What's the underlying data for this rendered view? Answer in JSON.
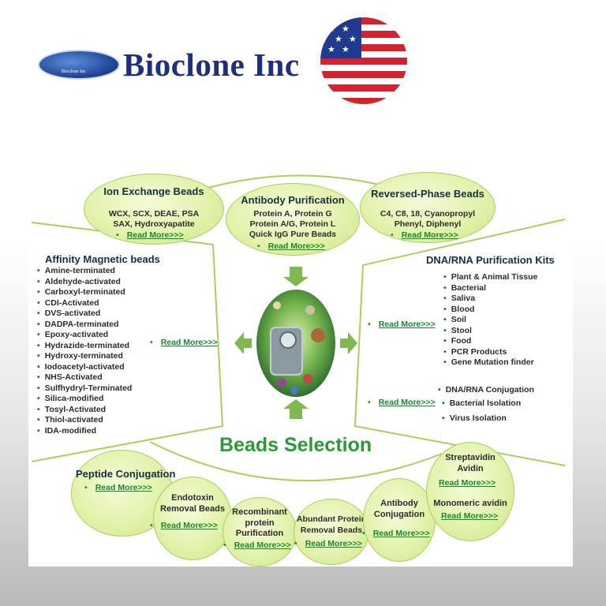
{
  "header": {
    "brand": "Bioclone Inc",
    "logo_small_text": "Bioclone Inc"
  },
  "colors": {
    "brand_blue": "#1e2f7c",
    "accent_green": "#2a9a35",
    "link_green": "#148a2b",
    "bubble_green": "#e2f2ac"
  },
  "flag_icon": "us-flag-icon",
  "center_title": "Beads Selection",
  "read_more": "Read More>>>",
  "top": {
    "ion_exchange": {
      "title": "Ion Exchange Beads",
      "line1": "WCX, SCX, DEAE, PSA",
      "line2": "SAX, Hydroxyapatite"
    },
    "antibody_purification": {
      "title": "Antibody Purification",
      "line1": "Protein A, Protein G",
      "line2": "Protein A/G, Protein L",
      "line3": "Quick IgG Pure Beads"
    },
    "reversed_phase": {
      "title": "Reversed-Phase Beads",
      "line1": "C4, C8, 18, Cyanopropyl",
      "line2": "Phenyl, Diphenyl"
    }
  },
  "affinity": {
    "title": "Affinity Magnetic beads",
    "items": [
      "Amine-terminated",
      "Aldehyde-activated",
      "Carboxyl-terminated",
      "CDI-Activated",
      "DVS-activated",
      "DADPA-terminated",
      "Epoxy-activated",
      "Hydrazide-terminated",
      "Hydroxy-terminated",
      "Iodoacetyl-activated",
      "NHS-Activated",
      "Sulfhydryl-Terminated",
      "Silica-modified",
      "Tosyl-Activated",
      "Thiol-activated",
      "IDA-modified"
    ]
  },
  "dna_rna": {
    "title": "DNA/RNA Purification Kits",
    "items": [
      "Plant & Animal Tissue",
      "Bacterial",
      "Saliva",
      "Blood",
      "Soil",
      "Stool",
      "Food",
      "PCR Products",
      "Gene Mutation finder"
    ],
    "conj1": "DNA/RNA  Conjugation",
    "conj2": "Bacterial Isolation",
    "conj3": "Virus Isolation"
  },
  "bottom": {
    "peptide": {
      "title": "Peptide Conjugation"
    },
    "endotoxin": {
      "line1": "Endotoxin",
      "line2": "Removal Beads"
    },
    "recombinant": {
      "line1": "Recombinant",
      "line2": "protein",
      "line3": "Purification"
    },
    "abundant": {
      "line1": "Abundant Protein",
      "line2": "Removal Beads"
    },
    "antibody_conj": {
      "line1": "Antibody",
      "line2": "Conjugation"
    },
    "streptavidin": {
      "line1": "Streptavidin",
      "line2": "Avidin",
      "line3": "Monomeric avidin"
    }
  }
}
